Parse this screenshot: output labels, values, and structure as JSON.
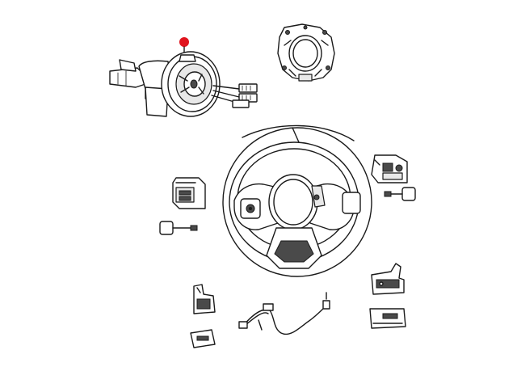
{
  "diagram": {
    "parts": [
      {
        "id": "clockspring-module",
        "highlighted": true
      },
      {
        "id": "steering-column-control-module"
      },
      {
        "id": "steering-wheel"
      },
      {
        "id": "left-switch-upper"
      },
      {
        "id": "left-switch-jumper"
      },
      {
        "id": "right-switch-upper"
      },
      {
        "id": "right-switch-jumper"
      },
      {
        "id": "left-paddle-switch"
      },
      {
        "id": "left-switch-cover"
      },
      {
        "id": "wiring-harness"
      },
      {
        "id": "right-paddle-switch"
      },
      {
        "id": "right-switch-cover"
      }
    ],
    "callout_color": "#e0141e"
  }
}
